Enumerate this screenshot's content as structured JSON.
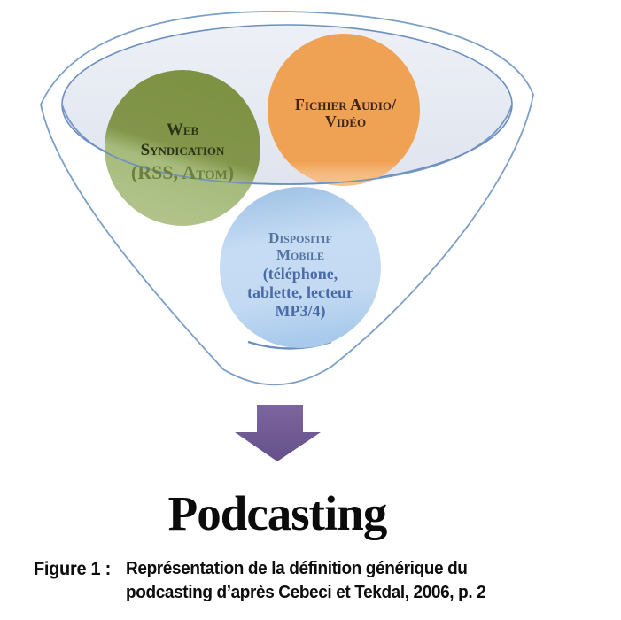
{
  "figure": {
    "caption": {
      "label": "Figure 1 :",
      "line1": "Représentation de la définition générique du",
      "line2": "podcasting d’après Cebeci et Tekdal, 2006, p. 2"
    },
    "result_label": "Podcasting",
    "funnel": {
      "bowl_fill": "#e8ecf3",
      "outline_stroke": "#7b9fc7",
      "rim_stroke": "#6c8fc0",
      "arrow_color": "#6f5792",
      "circles": [
        {
          "id": "web-syndication",
          "lines": [
            "Web",
            "Syndication"
          ],
          "sub": "(RSS, Atom)",
          "color_top": "#7d9142",
          "color_bottom": "#b2c48c",
          "text_color": "#2b3317",
          "sub_color": "#6d7f3e"
        },
        {
          "id": "fichier-audio-video",
          "lines": [
            "Fichier Audio/",
            "Vidéo"
          ],
          "color_top": "#f0a254",
          "color_bottom": "#f7c28c",
          "text_color": "#3f2517"
        },
        {
          "id": "dispositif-mobile",
          "lines": [
            "Dispositif",
            "Mobile"
          ],
          "sub_lines": [
            "(téléphone,",
            "tablette, lecteur",
            "MP3/4)"
          ],
          "color_top": "#9cc0e5",
          "color_mid": "#c6dcf4",
          "color_bottom": "#a9caec",
          "text_color": "#53749f",
          "sub_color": "#4a6ba5"
        }
      ]
    }
  }
}
